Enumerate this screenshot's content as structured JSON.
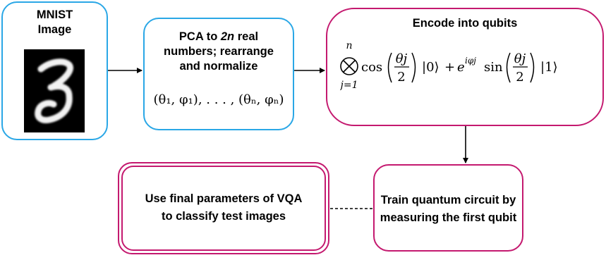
{
  "boxes": {
    "mnist": {
      "line1": "MNIST",
      "line2": "Image"
    },
    "pca": {
      "line1_pre": "PCA to ",
      "line1_em": "2n",
      "line1_post": " real",
      "line2": "numbers; rearrange",
      "line3": "and normalize",
      "math": "(θ₁, φ₁), . . . , (θₙ, φₙ)"
    },
    "encode": {
      "title": "Encode into qubits",
      "formula": {
        "upper": "n",
        "lower": "j=1",
        "cos": "cos",
        "sin": "sin",
        "theta": "θj",
        "two": "2",
        "ket0": "|0⟩",
        "ket1": "|1⟩",
        "plus": "+",
        "exp": "e",
        "exp_sup": "iφj"
      }
    },
    "train": {
      "line1": "Train quantum circuit by",
      "line2": "measuring the first qubit"
    },
    "final": {
      "line1": "Use final parameters of VQA",
      "line2": "to classify test images"
    }
  },
  "colors": {
    "blue_border": "#2aa7e6",
    "pink_border": "#c4196f"
  }
}
